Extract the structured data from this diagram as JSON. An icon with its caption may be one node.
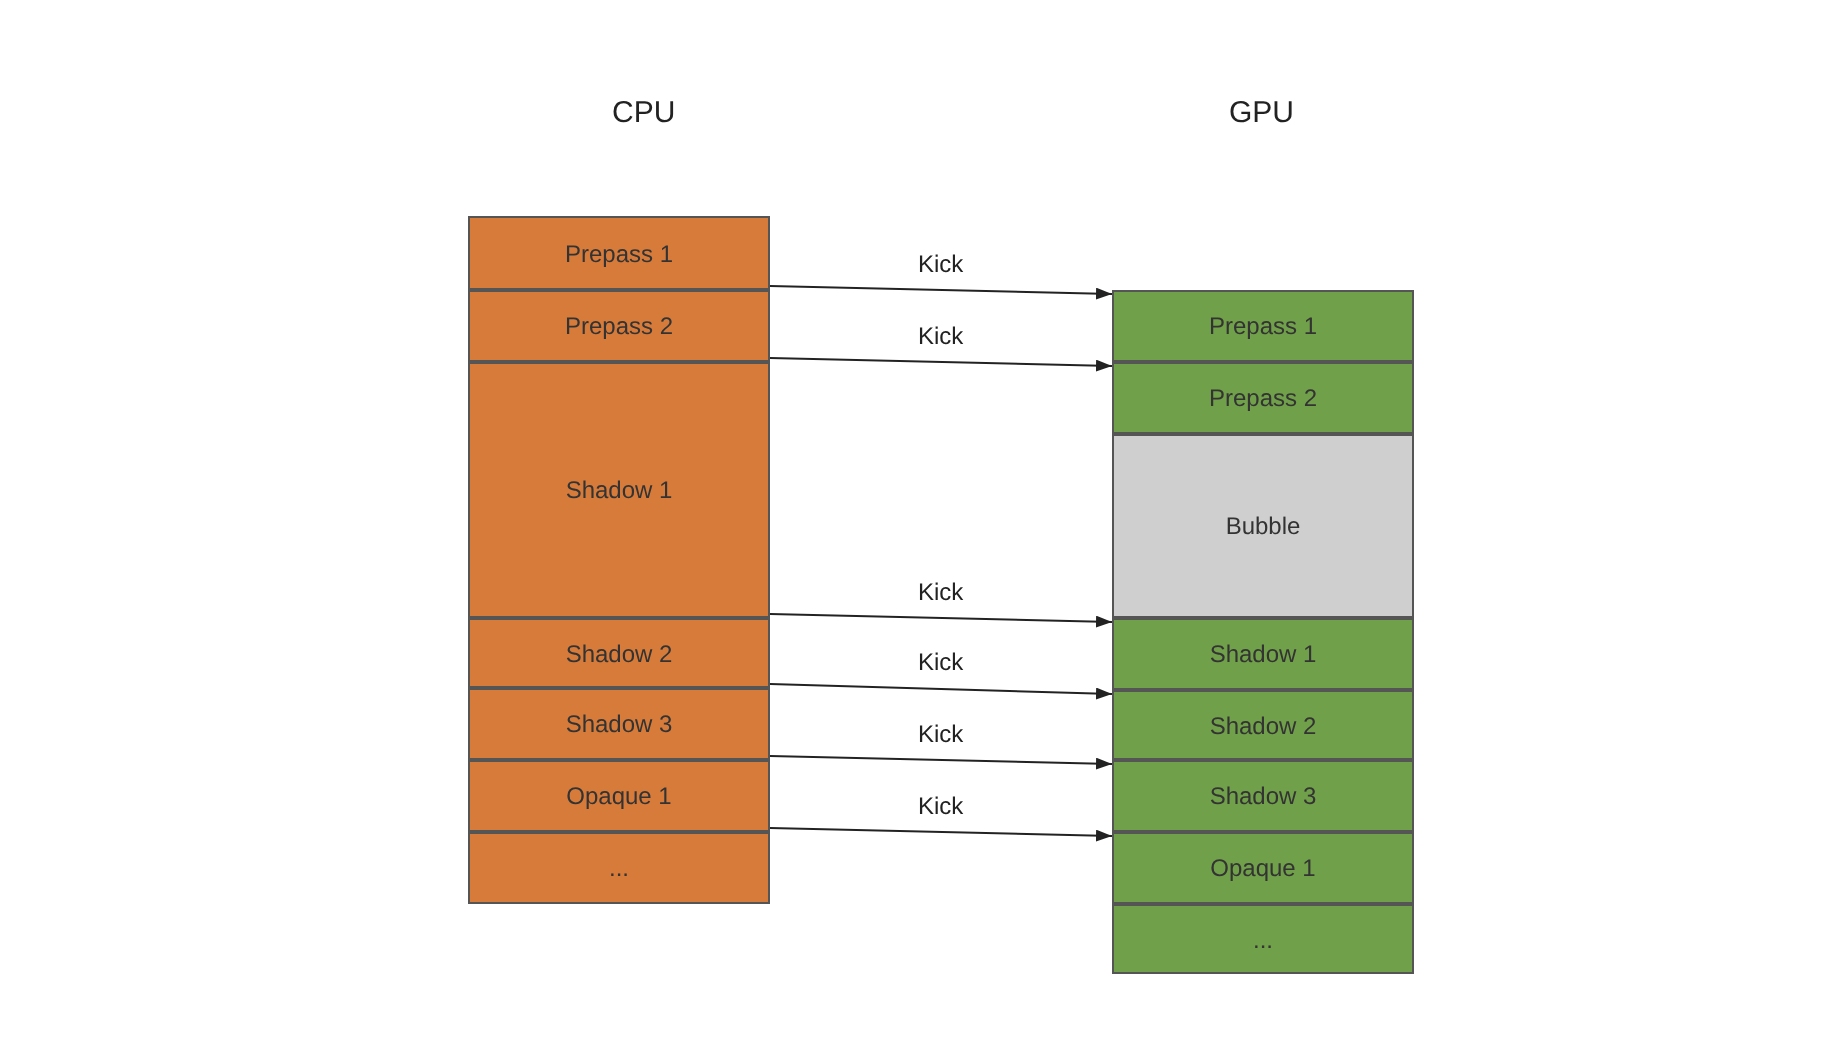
{
  "diagram": {
    "nodes": [
      {
        "text": [
          "Prepass 1"
        ]
      },
      {
        "text": [
          "Prepass 2"
        ]
      },
      {
        "text": [
          "Shadow 1"
        ]
      },
      {
        "text": [
          "Shadow 2"
        ]
      },
      {
        "text": [
          "Shadow 3"
        ]
      },
      {
        "text": [
          "Opaque 1"
        ]
      },
      {
        "text": [
          "..."
        ]
      },
      {
        "text": [
          "Prepass 1"
        ]
      },
      {
        "text": [
          "Prepass 2"
        ]
      },
      {
        "text": [
          "Bubble"
        ]
      },
      {
        "text": [
          "Shadow 1"
        ]
      },
      {
        "text": [
          "Shadow 2"
        ]
      },
      {
        "text": [
          "Shadow 3"
        ]
      },
      {
        "text": [
          "Opaque 1"
        ]
      },
      {
        "text": [
          "..."
        ]
      }
    ],
    "edges": [
      {
        "from": 0,
        "to": 7,
        "arrow": "to",
        "label": "Kick"
      },
      {
        "from": 1,
        "to": 8,
        "arrow": "to",
        "label": "Kick"
      },
      {
        "from": 2,
        "to": 10,
        "arrow": "to",
        "label": "Kick"
      },
      {
        "from": 3,
        "to": 11,
        "arrow": "to",
        "label": "Kick"
      },
      {
        "from": 4,
        "to": 12,
        "arrow": "to",
        "label": "Kick"
      },
      {
        "from": 5,
        "to": 13,
        "arrow": "to",
        "label": "Kick"
      }
    ],
    "labels": [
      "CPU",
      "GPU"
    ]
  }
}
